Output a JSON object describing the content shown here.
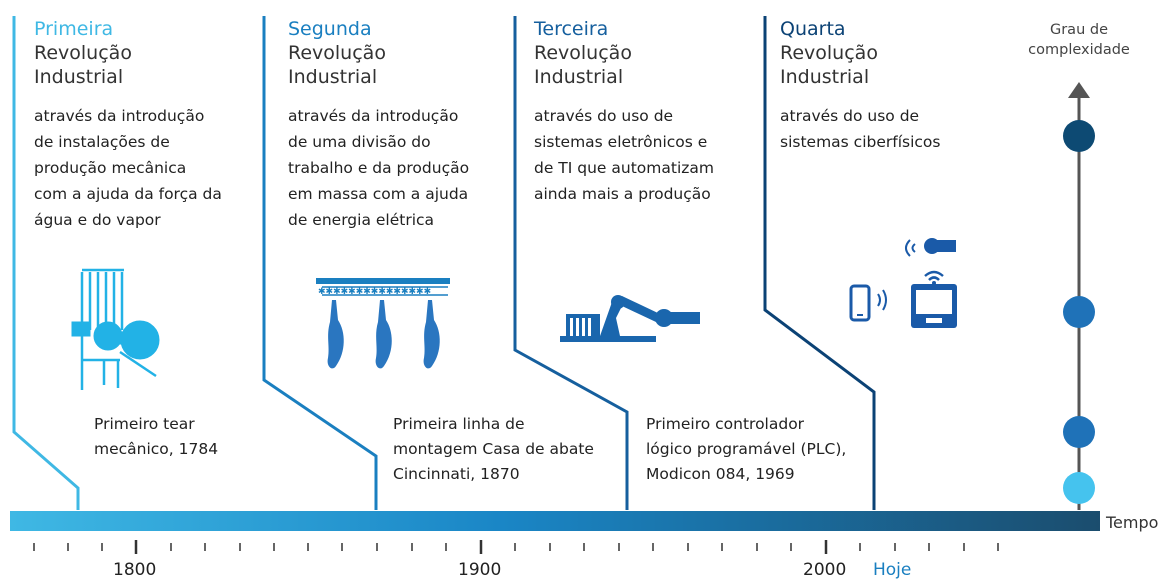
{
  "colors": {
    "r1": "#3fb8e4",
    "r2": "#1a7fc0",
    "r3": "#155f9e",
    "r4": "#0b4275",
    "axis_dark": "#1b4d6e",
    "arrow": "#555555",
    "hoje": "#1a7fc0",
    "dot1": "#45c3ee",
    "dot2": "#1f72b8",
    "dot3": "#1f72b8",
    "dot4": "#0d4a73"
  },
  "revolutions": [
    {
      "ordinal": "Primeira",
      "subtitle": [
        "Revolução",
        "Industrial"
      ],
      "description": [
        "através da introdução",
        "de instalações de",
        "produção mecânica",
        "com a ajuda da força da",
        "água e do vapor"
      ],
      "icon": "mechanical-loom-icon",
      "milestone": [
        "Primeiro tear",
        "mecânico, 1784"
      ]
    },
    {
      "ordinal": "Segunda",
      "subtitle": [
        "Revolução",
        "Industrial"
      ],
      "description": [
        "através da introdução",
        "de uma divisão do",
        "trabalho e da produção",
        "em massa com a ajuda",
        "de energia elétrica"
      ],
      "icon": "assembly-line-icon",
      "milestone": [
        "Primeira linha de",
        "montagem Casa de abate",
        "Cincinnati, 1870"
      ]
    },
    {
      "ordinal": "Terceira",
      "subtitle": [
        "Revolução",
        "Industrial"
      ],
      "description": [
        "através do uso de",
        "sistemas eletrônicos e",
        "de TI que automatizam",
        "ainda mais a produção"
      ],
      "icon": "robot-arm-icon",
      "milestone": [
        "Primeiro controlador",
        "lógico programável (PLC),",
        "Modicon 084, 1969"
      ]
    },
    {
      "ordinal": "Quarta",
      "subtitle": [
        "Revolução",
        "Industrial"
      ],
      "description": [
        "através do uso de",
        "sistemas ciberfísicos"
      ],
      "icon": "cyber-physical-devices-icon",
      "milestone": []
    }
  ],
  "axis": {
    "years": [
      "1800",
      "1900",
      "2000"
    ],
    "today_label": "Hoje",
    "time_label": "Tempo",
    "complexity_label": [
      "Grau de",
      "complexidade"
    ]
  }
}
